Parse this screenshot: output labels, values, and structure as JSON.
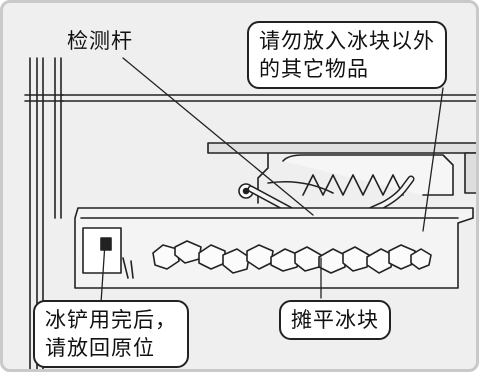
{
  "labels": {
    "detect_rod": "检测杆",
    "no_other_items": [
      "请勿放入冰块以外",
      "的其它物品"
    ],
    "scoop_return": [
      "冰铲用完后，",
      "请放回原位"
    ],
    "level_ice": "摊平冰块"
  },
  "colors": {
    "background": "#efefef",
    "line": "#222222",
    "callout_fill": "#ffffff",
    "frame_border": "#c9c9c9"
  }
}
